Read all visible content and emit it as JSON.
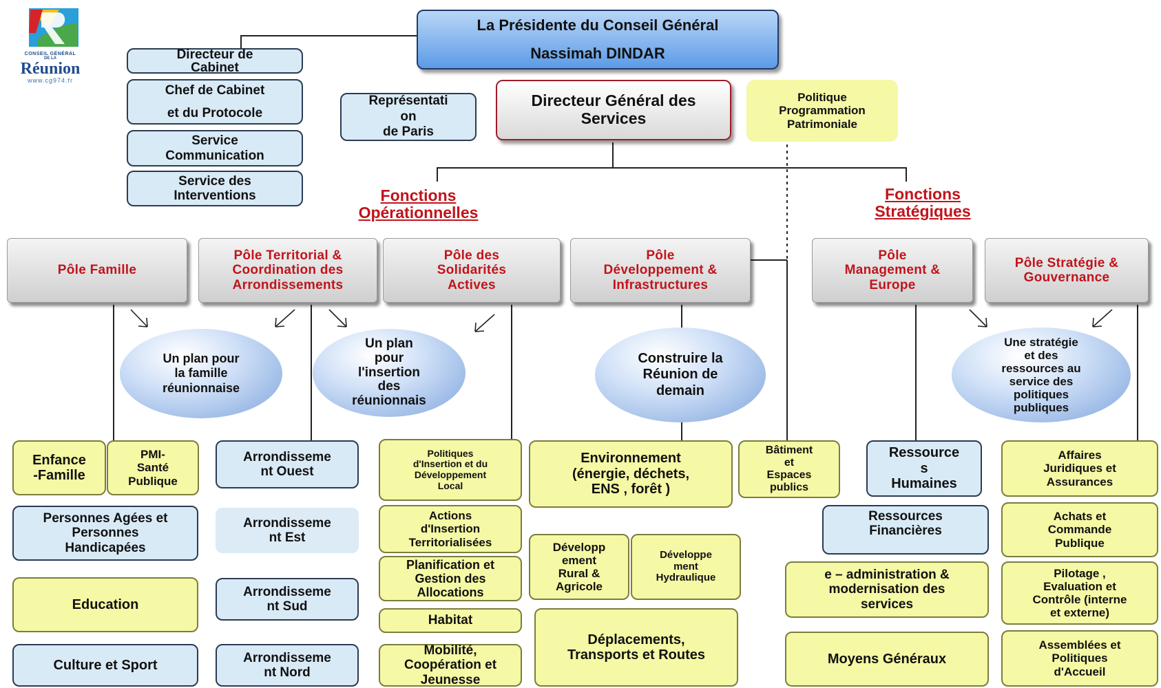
{
  "logo": {
    "line1": "CONSEIL GÉNÉRAL",
    "line2": "DE LA",
    "name": "Réunion",
    "url": "www.cg974.fr"
  },
  "top": {
    "president_line1": "La Présidente du Conseil Général",
    "president_line2": "Nassimah DINDAR",
    "dgs": "Directeur Général des\nServices",
    "representation": "Représentati\non\nde Paris",
    "politique": "Politique\nProgrammation\nPatrimoniale"
  },
  "cabinet": [
    "Directeur de\nCabinet",
    "Chef de Cabinet\net du Protocole",
    "Service\nCommunication",
    "Service des\nInterventions"
  ],
  "headings": {
    "operationnelles": "Fonctions\nOpérationnelles",
    "strategiques": "Fonctions\nStratégiques"
  },
  "poles": [
    "Pôle Famille",
    "Pôle  Territorial &\nCoordination des\nArrondissements",
    "Pôle  des\nSolidarités\nActives",
    "Pôle\nDéveloppement &\nInfrastructures",
    "Pôle\nManagement &\nEurope",
    "Pôle  Stratégie  &\nGouvernance"
  ],
  "ovals": [
    "Un plan pour\nla famille\nréunionnaise",
    "Un plan\npour\nl'insertion\ndes\nréunionnais",
    "Construire la\nRéunion de\ndemain",
    "Une stratégie\net des\nressources au\nservice des\npolitiques\npubliques"
  ],
  "famille": {
    "enfance": "Enfance\n-Famille",
    "pmi": "PMI-\nSanté\nPublique",
    "personnes": "Personnes Agées et\nPersonnes\nHandicapées",
    "education": "Education",
    "culture": "Culture et Sport"
  },
  "territorial": [
    "Arrondisseme\nnt  Ouest",
    "Arrondisseme\nnt Est",
    "Arrondisseme\nnt Sud",
    "Arrondisseme\nnt Nord"
  ],
  "solidarites": [
    "Politiques\nd'Insertion et du\nDéveloppement\nLocal",
    "Actions\nd'Insertion\nTerritorialisées",
    "Planification et\nGestion des\nAllocations",
    "Habitat",
    "Mobilité,\nCoopération et\nJeunesse"
  ],
  "developpement": {
    "environnement": "Environnement\n(énergie, déchets,\nENS , forêt )",
    "rural": "Développ\nement\nRural &\nAgricole",
    "hydraulique": "Développe\nment\nHydraulique",
    "deplacements": "Déplacements,\nTransports et Routes",
    "batiment": "Bâtiment\net\nEspaces\npublics"
  },
  "management": [
    "Ressource\ns\nHumaines",
    "Ressources\nFinancières",
    "e – administration &\nmodernisation des\nservices",
    "Moyens Généraux"
  ],
  "strategie": [
    "Affaires\nJuridiques et\nAssurances",
    "Achats et\nCommande\nPublique",
    "Pilotage ,\nEvaluation et\nContrôle (interne\net externe)",
    "Assemblées et\nPolitiques\nd'Accueil"
  ],
  "colors": {
    "pole_text": "#c0141b",
    "blue_box": "#d9eaf7",
    "yellow_box": "#f5f8a4",
    "president_gradient": "#4f8fe0"
  }
}
